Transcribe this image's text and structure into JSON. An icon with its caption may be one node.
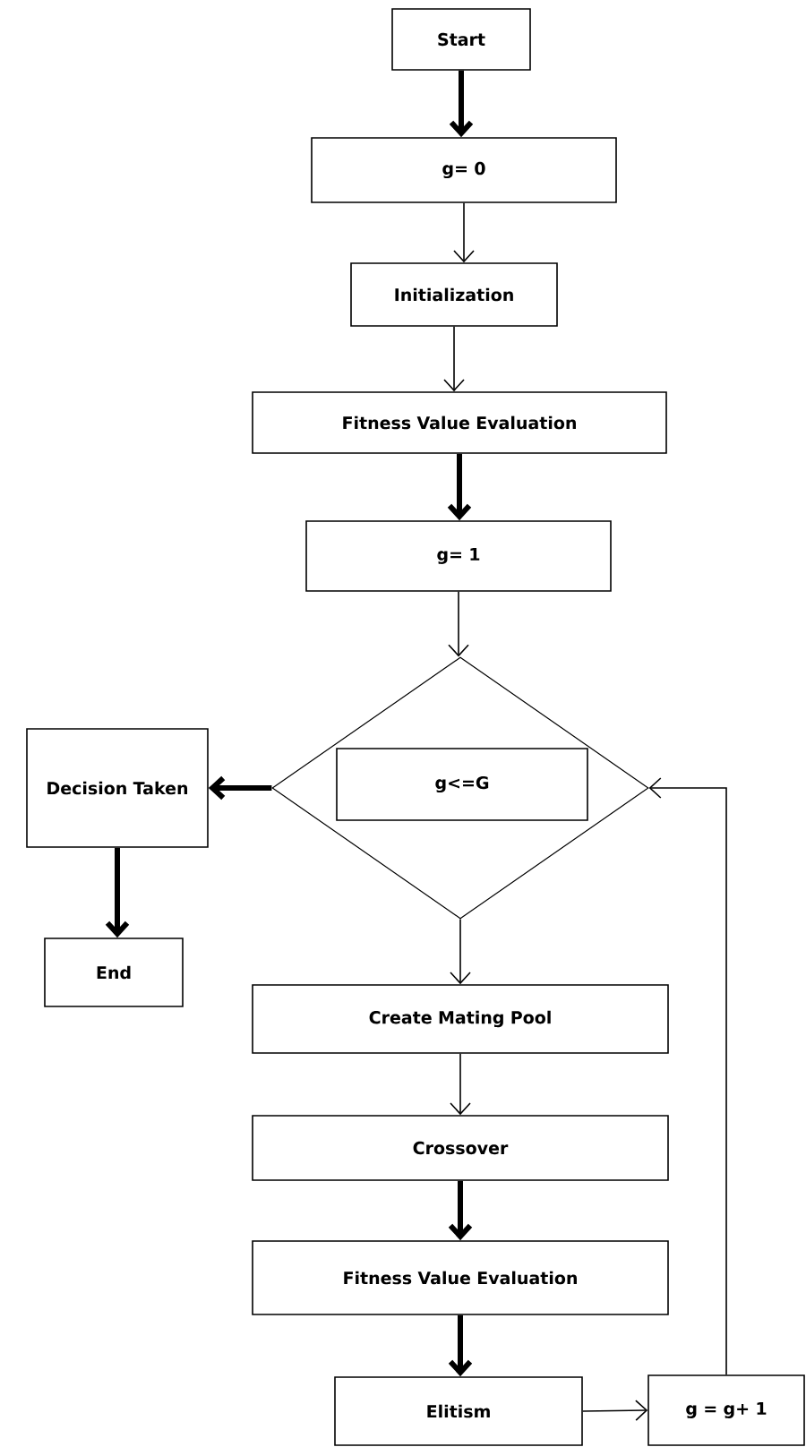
{
  "diagram": {
    "nodes": [
      {
        "text": [
          "Start"
        ]
      },
      {
        "text": [
          "g= 0"
        ]
      },
      {
        "text": [
          "Initialization"
        ]
      },
      {
        "text": [
          "Fitness Value Evaluation"
        ]
      },
      {
        "text": [
          "g= 1"
        ]
      },
      {
        "text": [],
        "shape": "diamond"
      },
      {
        "text": [
          "g<=G"
        ],
        "in": 5
      },
      {
        "text": [
          "Decision Taken"
        ]
      },
      {
        "text": [
          "End"
        ]
      },
      {
        "text": [
          "Create Mating Pool"
        ]
      },
      {
        "text": [
          "Crossover"
        ]
      },
      {
        "text": [
          "Fitness Value Evaluation"
        ]
      },
      {
        "text": [
          "Elitism"
        ]
      },
      {
        "text": [
          "g = g+ 1"
        ]
      }
    ],
    "edges": [
      {
        "from": 0,
        "to": 1,
        "arrow": "to",
        "style": "thick"
      },
      {
        "from": 1,
        "to": 2,
        "arrow": "to"
      },
      {
        "from": 2,
        "to": 3,
        "arrow": "to"
      },
      {
        "from": 3,
        "to": 4,
        "arrow": "to",
        "style": "thick"
      },
      {
        "from": 4,
        "to": 5,
        "arrow": "to"
      },
      {
        "from": 5,
        "to": 7,
        "arrow": "to",
        "style": "thick"
      },
      {
        "from": 7,
        "to": 8,
        "arrow": "to",
        "style": "thick"
      },
      {
        "from": 5,
        "to": 9,
        "arrow": "to"
      },
      {
        "from": 9,
        "to": 10,
        "arrow": "to"
      },
      {
        "from": 10,
        "to": 11,
        "arrow": "to",
        "style": "thick"
      },
      {
        "from": 11,
        "to": 12,
        "arrow": "to",
        "style": "thick"
      },
      {
        "from": 12,
        "to": 13,
        "arrow": "to"
      },
      {
        "from": 13,
        "to": 5,
        "arrow": "to"
      }
    ]
  }
}
